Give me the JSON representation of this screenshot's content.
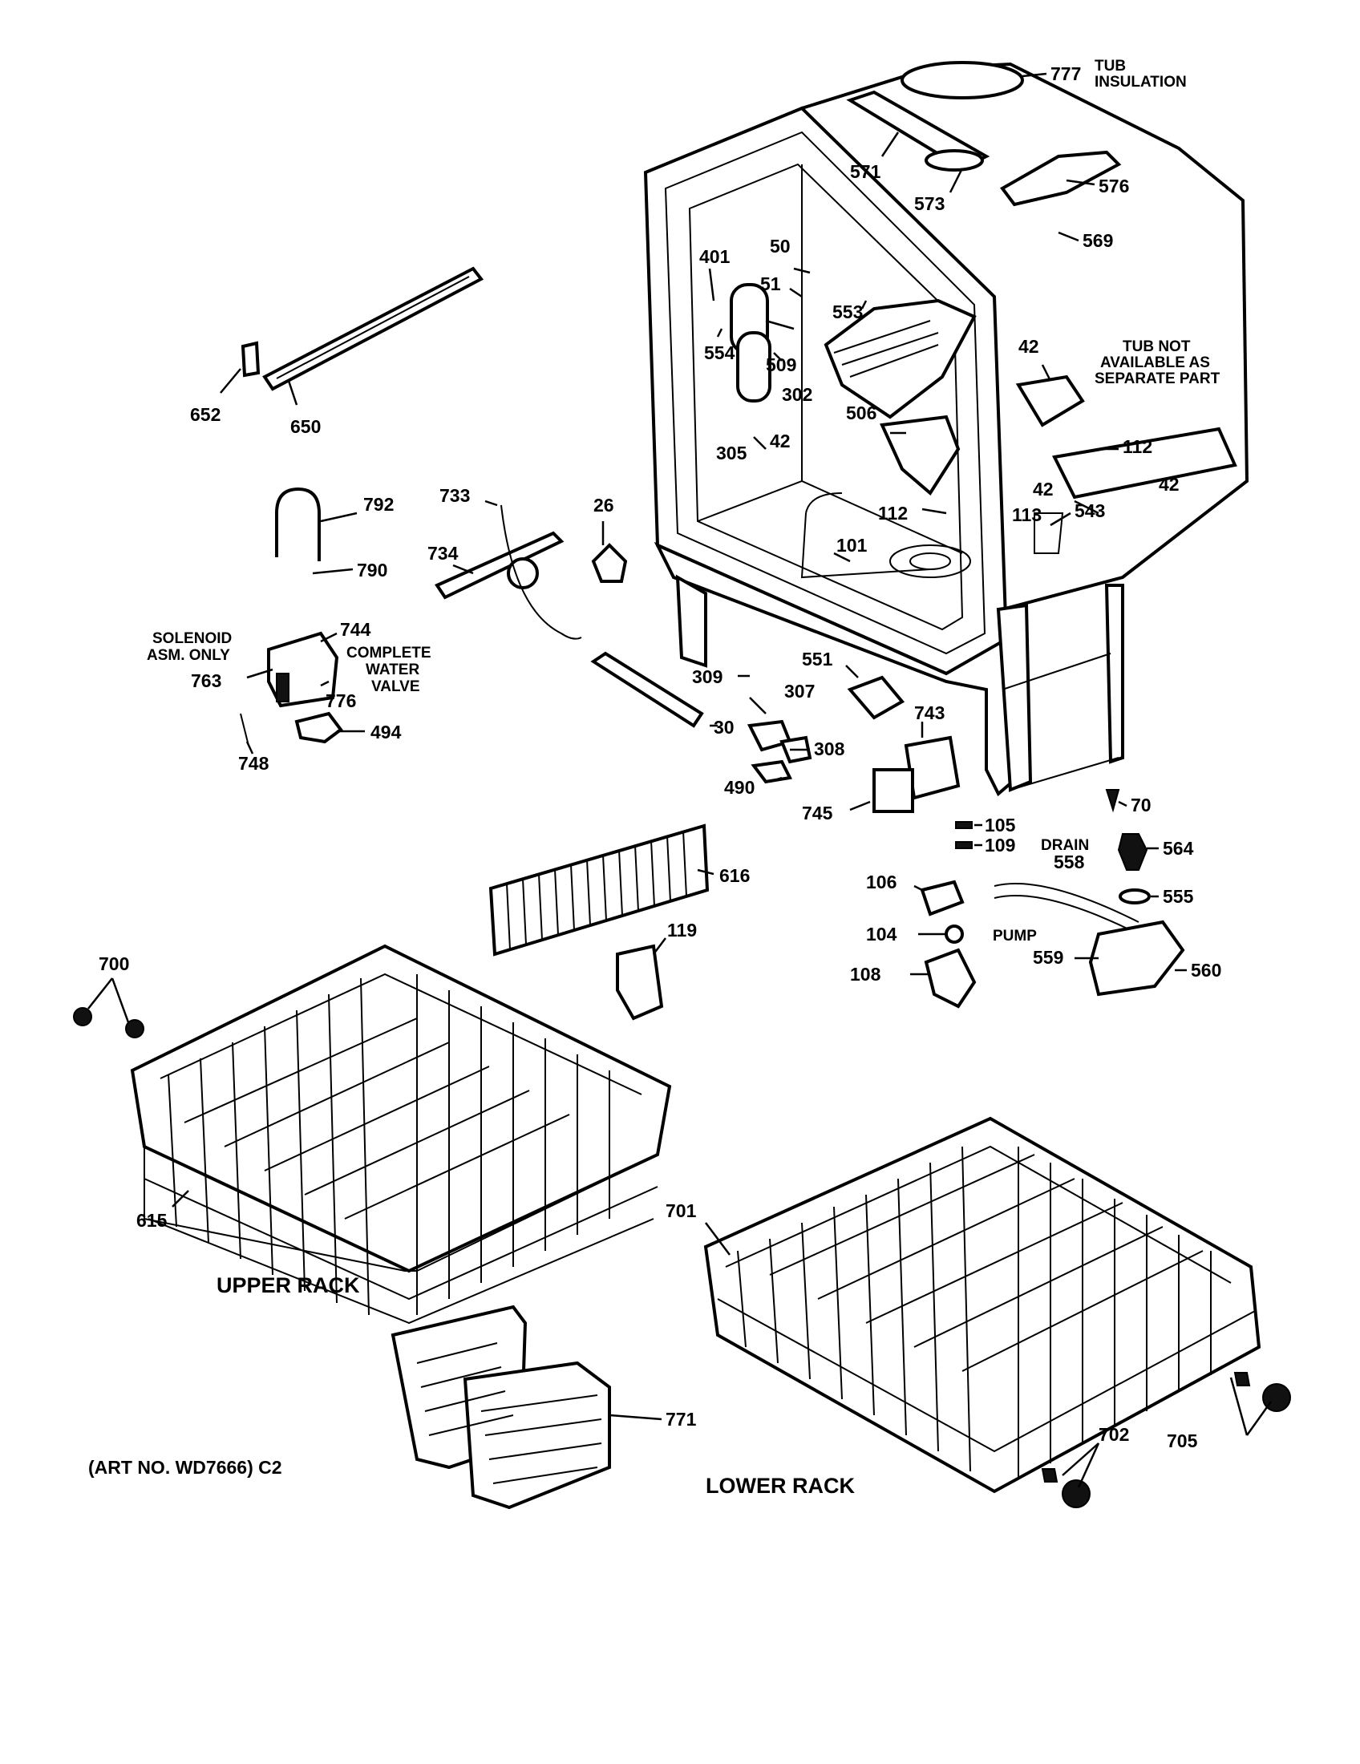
{
  "labels": {
    "p777": "777",
    "tub_insulation_1": "TUB",
    "tub_insulation_2": "INSULATION",
    "p571": "571",
    "p573": "573",
    "p576": "576",
    "p569": "569",
    "p401": "401",
    "p50": "50",
    "p51": "51",
    "p553": "553",
    "p554": "554",
    "p509": "509",
    "p302": "302",
    "p305": "305",
    "p506": "506",
    "p42a": "42",
    "p42b": "42",
    "p42c": "42",
    "p42d": "42",
    "tub_note_1": "TUB NOT",
    "tub_note_2": "AVAILABLE AS",
    "tub_note_3": "SEPARATE PART",
    "p112a": "112",
    "p112b": "112",
    "p113": "113",
    "p543": "543",
    "p101": "101",
    "p652": "652",
    "p650": "650",
    "p792": "792",
    "p790": "790",
    "p733": "733",
    "p734": "734",
    "p26": "26",
    "solenoid_1": "SOLENOID",
    "solenoid_2": "ASM. ONLY",
    "p744": "744",
    "complete_1": "COMPLETE",
    "complete_2": "WATER",
    "complete_3": "VALVE",
    "p763": "763",
    "p776": "776",
    "p494": "494",
    "p748": "748",
    "p309": "309",
    "p551": "551",
    "p307": "307",
    "p30": "30",
    "p743": "743",
    "p308": "308",
    "p490": "490",
    "p745": "745",
    "p70": "70",
    "p105": "105",
    "p109": "109",
    "drain": "DRAIN",
    "p558": "558",
    "p564": "564",
    "p106": "106",
    "p555": "555",
    "p616": "616",
    "p119": "119",
    "p104": "104",
    "pump": "PUMP",
    "p559": "559",
    "p108": "108",
    "p560": "560",
    "p700": "700",
    "p615": "615",
    "upper_rack": "UPPER RACK",
    "p701": "701",
    "p771": "771",
    "p705": "705",
    "p702": "702",
    "art_no": "(ART NO. WD7666) C2",
    "lower_rack": "LOWER RACK"
  }
}
